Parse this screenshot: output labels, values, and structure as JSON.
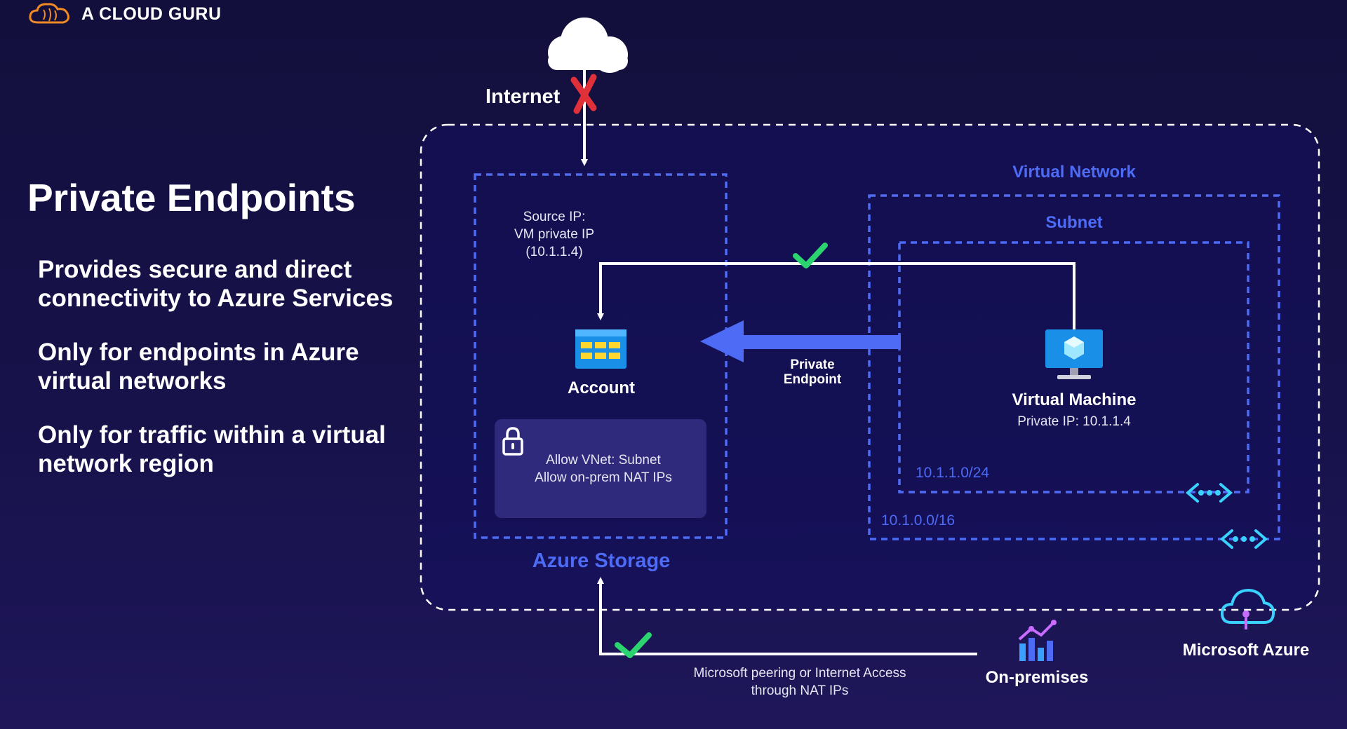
{
  "brand": {
    "name": "A CLOUD GURU",
    "icon": "cloud-brain-logo-icon"
  },
  "slide": {
    "title": "Private Endpoints",
    "bullets": [
      "Provides secure and direct connectivity to Azure Services",
      "Only for endpoints in Azure virtual networks",
      "Only for traffic within a virtual network region"
    ]
  },
  "diagram": {
    "internet_label": "Internet",
    "source_ip": [
      "Source IP:",
      "VM private IP",
      "(10.1.1.4)"
    ],
    "account_label": "Account",
    "firewall_rules": [
      "Allow VNet: Subnet",
      "Allow on-prem NAT IPs"
    ],
    "azure_storage_label": "Azure Storage",
    "private_endpoint": [
      "Private",
      "Endpoint"
    ],
    "virtual_network_label": "Virtual Network",
    "subnet_label": "Subnet",
    "vm_label": "Virtual Machine",
    "vm_ip": "Private IP: 10.1.1.4",
    "subnet_cidr": "10.1.1.0/24",
    "vnet_cidr": "10.1.0.0/16",
    "peering_note": [
      "Microsoft peering or Internet Access",
      "through NAT IPs"
    ],
    "on_prem_label": "On-premises",
    "azure_label": "Microsoft Azure"
  },
  "colors": {
    "accent_blue": "#4e6bf5",
    "check_green": "#2bd46e",
    "cross_red": "#e0303a",
    "brand_orange": "#f08a24"
  }
}
